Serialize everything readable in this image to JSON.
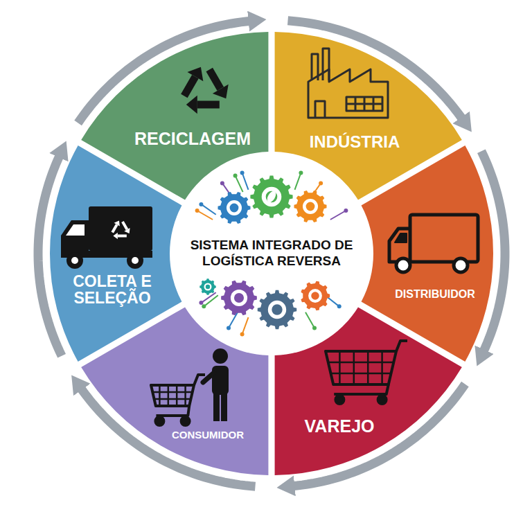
{
  "diagram": {
    "nodes": [
      {
        "text": [
          "RECICLAGEM"
        ]
      },
      {
        "text": [
          "INDÚSTRIA"
        ]
      },
      {
        "text": [
          "SISTEMA INTEGRADO DE LOGÍSTICA REVERSA"
        ]
      },
      {
        "text": [
          "COLETA E SELEÇÃO"
        ]
      },
      {
        "text": [
          "DISTRIBUIDOR"
        ]
      },
      {
        "text": [
          "CONSUMIDOR"
        ]
      },
      {
        "text": [
          "VAREJO"
        ]
      }
    ],
    "edges": [
      {
        "from": 0,
        "to": 1,
        "arrow": "to"
      },
      {
        "from": 1,
        "to": 4,
        "arrow": "to"
      },
      {
        "from": 4,
        "to": 6,
        "arrow": "to"
      },
      {
        "from": 6,
        "to": 5,
        "arrow": "to"
      },
      {
        "from": 5,
        "to": 3,
        "arrow": "to"
      },
      {
        "from": 3,
        "to": 0,
        "arrow": "to"
      }
    ]
  }
}
